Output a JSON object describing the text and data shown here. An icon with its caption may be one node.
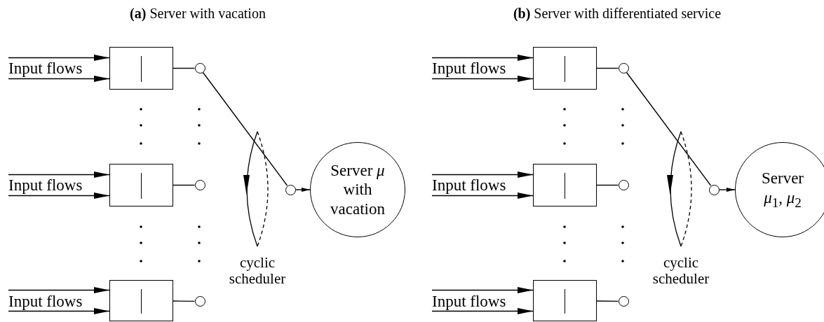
{
  "diagram": {
    "nodes": [
      {
        "text": [
          "Input flows"
        ]
      },
      {
        "text": [],
        "shape": "box"
      },
      {
        "text": [],
        "shape": "circle"
      },
      {
        "text": [
          "Input flows"
        ]
      },
      {
        "text": [],
        "shape": "box"
      },
      {
        "text": [],
        "shape": "circle"
      },
      {
        "text": [
          "Input flows"
        ]
      },
      {
        "text": [],
        "shape": "box"
      },
      {
        "text": [],
        "shape": "circle"
      },
      {
        "text": [],
        "shape": "circle"
      },
      {
        "text": [
          "Server *μ* with vacation"
        ]
      },
      {
        "text": [
          "Input flows"
        ]
      },
      {
        "text": [],
        "shape": "box"
      },
      {
        "text": [],
        "shape": "circle"
      },
      {
        "text": [
          "Input flows"
        ]
      },
      {
        "text": [],
        "shape": "box"
      },
      {
        "text": [],
        "shape": "circle"
      },
      {
        "text": [
          "Input flows"
        ]
      },
      {
        "text": [],
        "shape": "box"
      },
      {
        "text": [],
        "shape": "circle"
      },
      {
        "text": [],
        "shape": "circle"
      },
      {
        "text": [
          "Server *μ*$_{1}$, *μ*$_{2}$"
        ]
      }
    ],
    "edges": [
      {
        "from": 0,
        "to": 1,
        "arrow": "to"
      },
      {
        "from": 0,
        "to": 1,
        "arrow": "to"
      },
      {
        "from": 3,
        "to": 4,
        "arrow": "to"
      },
      {
        "from": 3,
        "to": 4,
        "arrow": "to"
      },
      {
        "from": 6,
        "to": 7,
        "arrow": "to"
      },
      {
        "from": 6,
        "to": 7,
        "arrow": "to"
      },
      {
        "from": 1,
        "to": 2,
        "arrow": "none"
      },
      {
        "from": 4,
        "to": 5,
        "arrow": "none"
      },
      {
        "from": 7,
        "to": 8,
        "arrow": "none"
      },
      {
        "from": 2,
        "to": 9,
        "arrow": "none"
      },
      {
        "from": 9,
        "to": 10,
        "arrow": "to"
      },
      {
        "from": 11,
        "to": 12,
        "arrow": "to"
      },
      {
        "from": 11,
        "to": 12,
        "arrow": "to"
      },
      {
        "from": 14,
        "to": 15,
        "arrow": "to"
      },
      {
        "from": 14,
        "to": 15,
        "arrow": "to"
      },
      {
        "from": 17,
        "to": 18,
        "arrow": "to"
      },
      {
        "from": 17,
        "to": 18,
        "arrow": "to"
      },
      {
        "from": 12,
        "to": 13,
        "arrow": "none"
      },
      {
        "from": 15,
        "to": 16,
        "arrow": "none"
      },
      {
        "from": 18,
        "to": 19,
        "arrow": "none"
      },
      {
        "from": 13,
        "to": 20,
        "arrow": "none"
      },
      {
        "from": 20,
        "to": 21,
        "arrow": "to"
      }
    ],
    "labels": [
      "**(a)** Server with vacation",
      "**(b)** Server with differentiated service",
      "cyclic scheduler",
      "cyclic scheduler"
    ]
  }
}
